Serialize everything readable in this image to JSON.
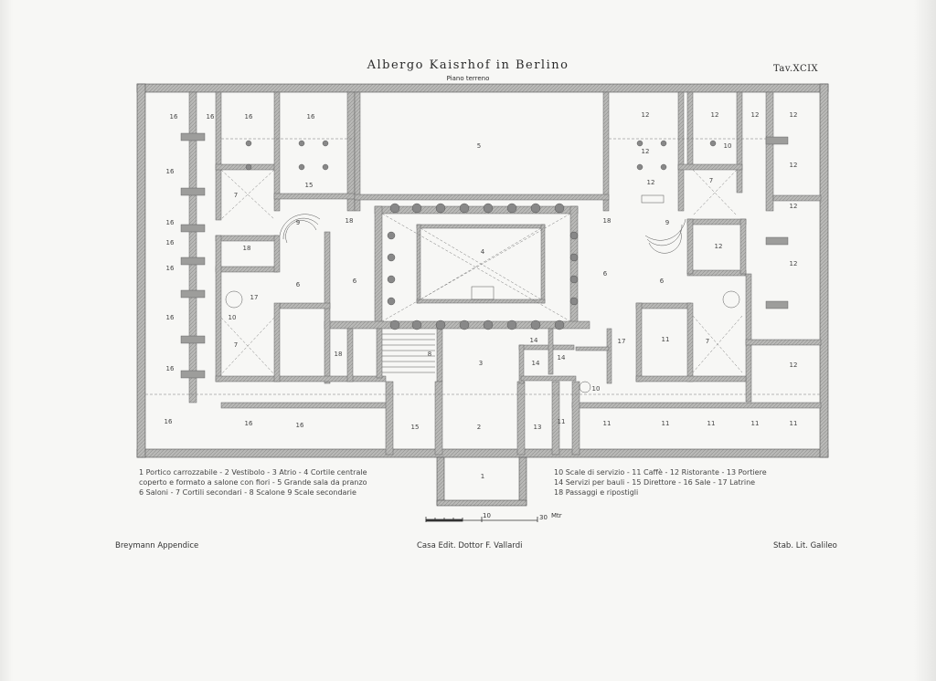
{
  "title": "Albergo Kaisrhof in Berlino",
  "subtitle": "Piano terreno",
  "plate": "Tav.XCIX",
  "legend_left": [
    "1 Portico carrozzabile - 2 Vestibolo - 3 Atrio - 4 Cortile centrale",
    "coperto e formato a salone con fiori - 5 Grande sala da pranzo",
    "6 Saloni - 7 Cortili secondari - 8 Scalone 9 Scale secondarie"
  ],
  "legend_right": [
    "10 Scale di servizio - 11 Caffè - 12 Ristorante - 13 Portiere",
    "14 Servizi per bauli - 15 Direttore - 16 Sale - 17 Latrine",
    "18 Passaggi e ripostigli"
  ],
  "scale": {
    "mid": "10",
    "end": "30",
    "unit": "Mtr"
  },
  "footer": {
    "left": "Breymann Appendice",
    "center": "Casa Edit. Dottor F. Vallardi",
    "right": "Stab. Lit. Galileo"
  },
  "room_labels": [
    "16",
    "16",
    "16",
    "16",
    "16",
    "16",
    "16",
    "16",
    "16",
    "16",
    "16",
    "16",
    "16",
    "15",
    "5",
    "12",
    "12",
    "12",
    "12",
    "12",
    "12",
    "12",
    "12",
    "12",
    "12",
    "7",
    "7",
    "9",
    "9",
    "18",
    "18",
    "18",
    "18",
    "4",
    "6",
    "6",
    "6",
    "6",
    "7",
    "7",
    "8",
    "3",
    "14",
    "14",
    "14",
    "2",
    "13",
    "15",
    "11",
    "11",
    "11",
    "11",
    "11",
    "11",
    "11",
    "12",
    "1",
    "10",
    "10",
    "10",
    "17",
    "17"
  ]
}
